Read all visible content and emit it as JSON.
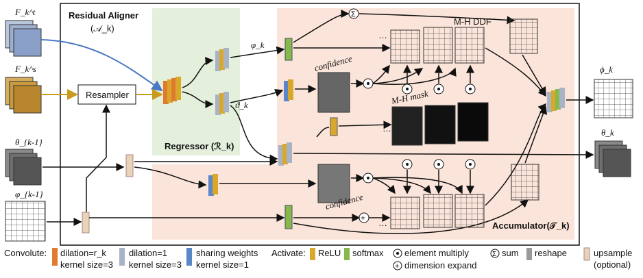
{
  "inputs": {
    "ft_label": "F_k^t",
    "fs_label": "F_k^s",
    "theta_prev_label": "θ_{k-1}",
    "phi_prev_label": "φ_{k-1}"
  },
  "aligner": {
    "title": "Residual Aligner",
    "symbol": "(𝒜_k)"
  },
  "resampler_label": "Resampler",
  "regressor": {
    "title": "Regressor (ℛ_k)"
  },
  "flow": {
    "varphi_label": "φ_k",
    "vartheta_label": "ϑ_k",
    "confidence_top": "confidence",
    "confidence_bottom": "confidence",
    "mh_mask": "M-H mask",
    "mh_ddf": "M-H DDF",
    "ellipsis": "…"
  },
  "accumulator": {
    "title": "Accumulator(𝒯_k)"
  },
  "outputs": {
    "phi_label": "ϕ_k",
    "theta_label": "θ_k"
  },
  "legend": {
    "convolute": "Convolute:",
    "dil_rk_line1": "dilation=r_k",
    "dil_rk_line2": "kernel size=3",
    "dil1_line1": "dilation=1",
    "dil1_line2": "kernel size=3",
    "share_line1": "sharing weights",
    "share_line2": "kernel size=1",
    "activate": "Activate:",
    "relu": "ReLU",
    "softmax": "softmax",
    "elem_mult": "element multiply",
    "dim_expand": "dimension expand",
    "sum": "sum",
    "reshape": "reshape",
    "upsample_line1": "upsample",
    "upsample_line2": "(optional)"
  },
  "colors": {
    "orange_conv": "#e07a2e",
    "gray_conv": "#a8b4c6",
    "blue_conv": "#5b86c8",
    "relu_yellow": "#d9a82a",
    "softmax_green": "#86b84c",
    "reshape_gray": "#9a9a9a",
    "upsample_beige": "#e8d2b8",
    "regressor_bg": "#e4f0dc",
    "accumulator_bg": "#fbe4d9",
    "blue_arrow": "#4a78c4",
    "gold_arrow": "#c89a1e"
  }
}
